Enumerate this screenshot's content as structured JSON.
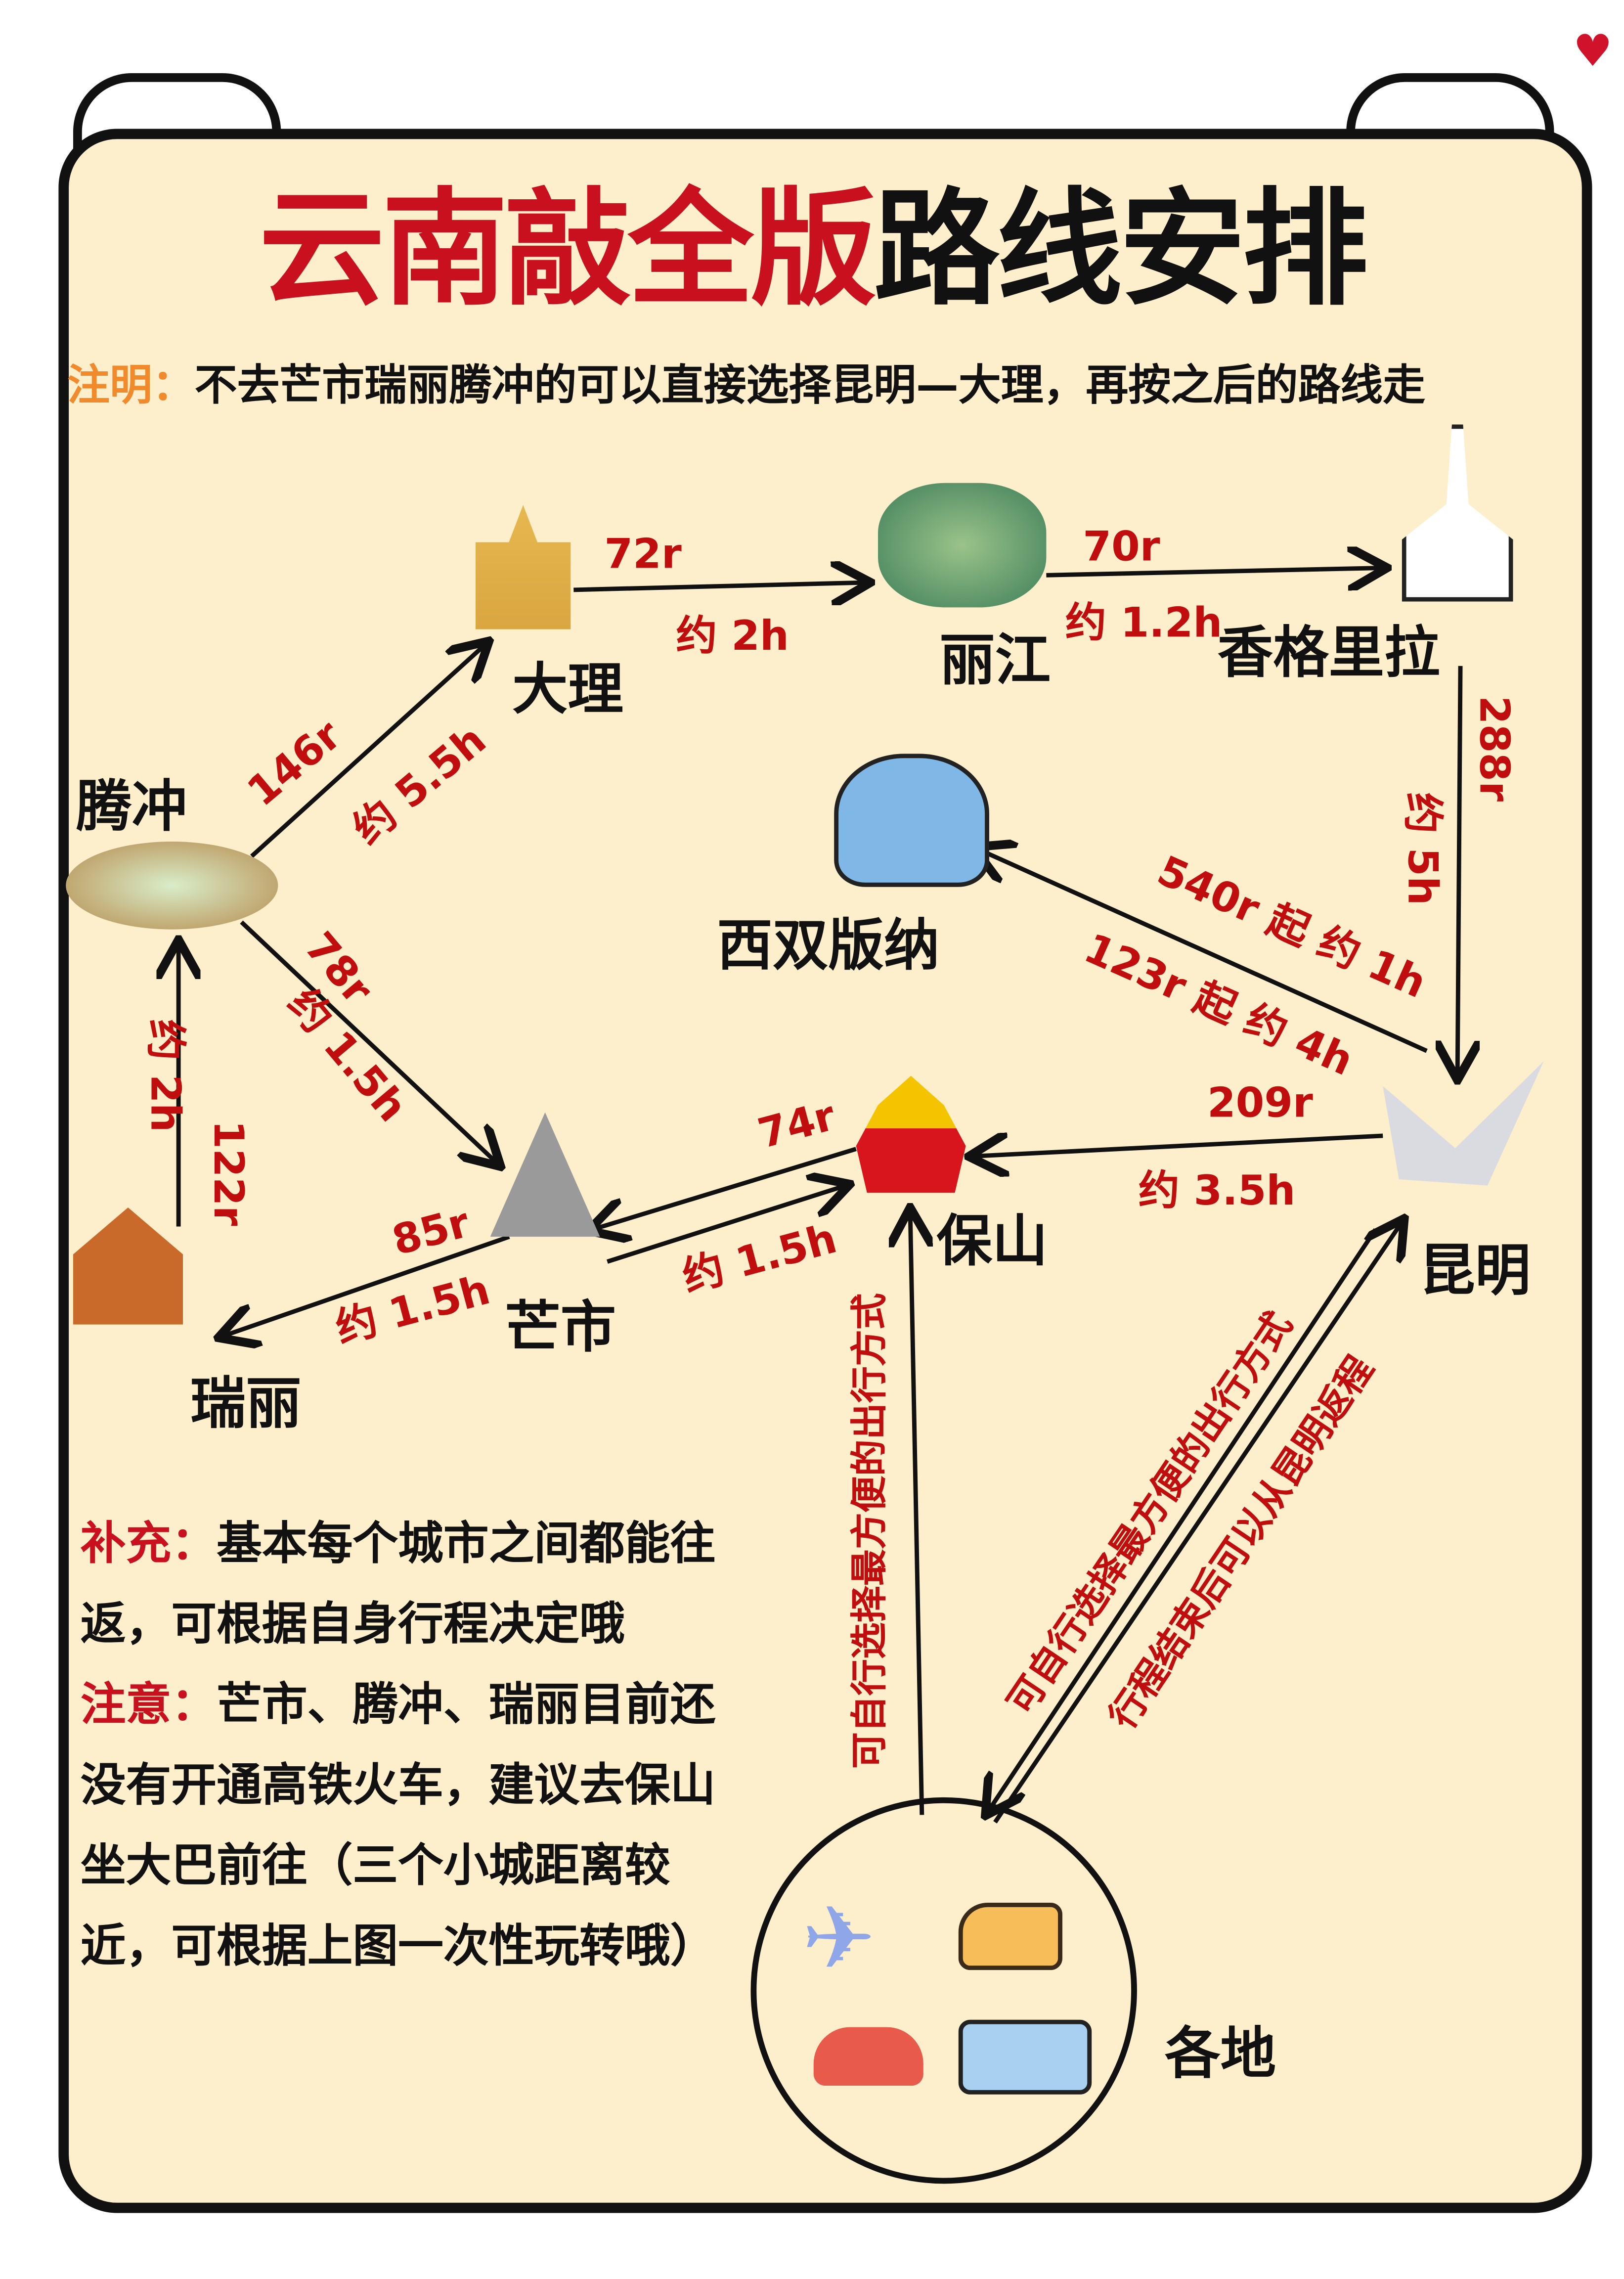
{
  "title": {
    "part1": "云南敲全版",
    "part2": "路线安排"
  },
  "note": {
    "label": "注明：",
    "text": "不去芒市瑞丽腾冲的可以直接选择昆明—大理，再按之后的路线走"
  },
  "cities": {
    "dali": "大理",
    "lijiang": "丽江",
    "shangri_la": "香格里拉",
    "tengchong": "腾冲",
    "xishuangbanna": "西双版纳",
    "kunming": "昆明",
    "baoshan": "保山",
    "mangshi": "芒市",
    "ruili": "瑞丽",
    "gedi": "各地"
  },
  "routes": {
    "dali_lijiang": {
      "price": "72r",
      "time": "约 2h"
    },
    "lijiang_shangri": {
      "price": "70r",
      "time": "约 1.2h"
    },
    "shangri_kunming": {
      "price": "288r",
      "time": "约 5h"
    },
    "tengchong_dali": {
      "price": "146r",
      "time": "约 5.5h"
    },
    "tengchong_mangshi": {
      "price": "78r",
      "time": "约 1.5h"
    },
    "kunming_banna_flight": "540r 起 约 1h",
    "kunming_banna_train": "123r 起  约 4h",
    "kunming_baoshan": {
      "price": "209r",
      "time": "约 3.5h"
    },
    "baoshan_mangshi": {
      "price": "74r",
      "time": "约 1.5h"
    },
    "mangshi_ruili": {
      "price": "85r",
      "time": "约 1.5h"
    },
    "ruili_tengchong": {
      "price": "122r",
      "time": "约 2h"
    },
    "gedi_baoshan": "可自行选择最方便的出行方式",
    "gedi_kunming": "可自行选择最方便的出行方式",
    "kunming_return": "行程结束后可以从昆明返程"
  },
  "side": {
    "supplement_label": "补充：",
    "supplement": "基本每个城市之间都能往返，可根据自身行程决定哦",
    "attention_label": "注意：",
    "attention": "芒市、腾冲、瑞丽目前还没有开通高铁火车，建议去保山坐大巴前往（三个小城距离较近，可根据上图一次性玩转哦）"
  },
  "colors": {
    "accent_red": "#c8101e",
    "label_red": "#c00d0d",
    "note_orange": "#f08a2a",
    "background": "#fdefcb"
  }
}
